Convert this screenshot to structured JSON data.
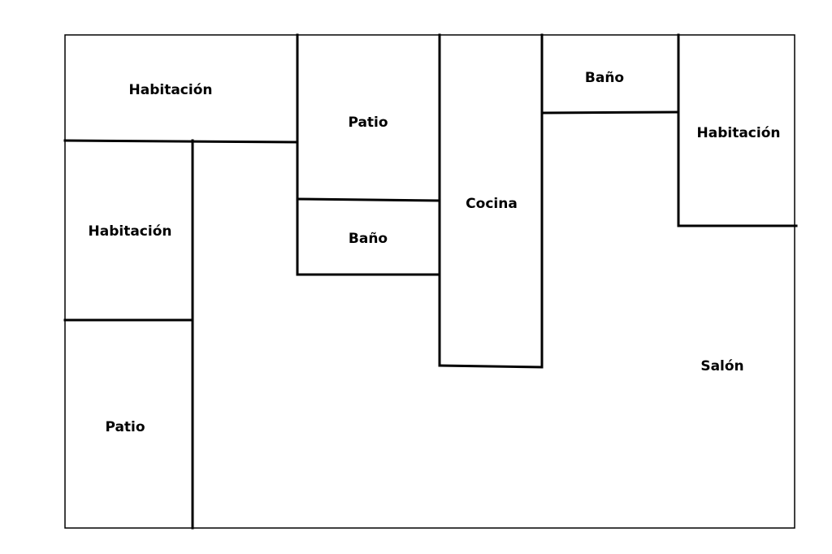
{
  "floor_plan": {
    "rooms": [
      {
        "id": "habitacion-top-left",
        "label": "Habitación"
      },
      {
        "id": "patio-top",
        "label": "Patio"
      },
      {
        "id": "bano-middle",
        "label": "Baño"
      },
      {
        "id": "cocina",
        "label": "Cocina"
      },
      {
        "id": "bano-top-right",
        "label": "Baño"
      },
      {
        "id": "habitacion-right",
        "label": "Habitación"
      },
      {
        "id": "habitacion-left",
        "label": "Habitación"
      },
      {
        "id": "patio-bottom-left",
        "label": "Patio"
      },
      {
        "id": "salon",
        "label": "Salón"
      }
    ],
    "colors": {
      "walls": "#000000",
      "background": "#ffffff"
    }
  }
}
